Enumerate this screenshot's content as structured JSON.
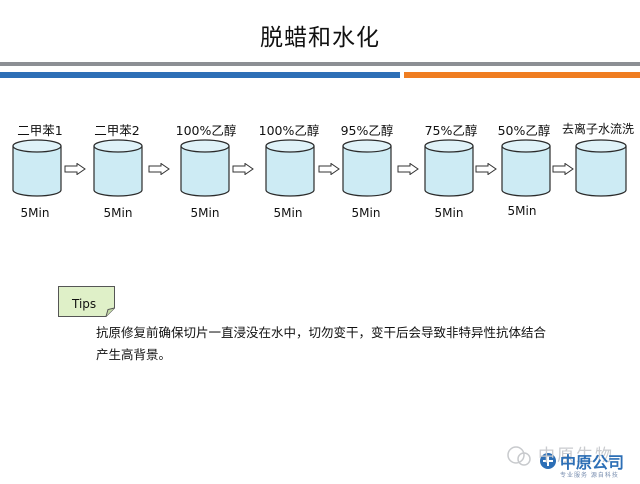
{
  "title": "脱蜡和水化",
  "stages": [
    {
      "label": "二甲苯1",
      "time": "5Min"
    },
    {
      "label": "二甲苯2",
      "time": "5Min"
    },
    {
      "label": "100%乙醇",
      "time": "5Min"
    },
    {
      "label": "100%乙醇",
      "time": "5Min"
    },
    {
      "label": "95%乙醇",
      "time": "5Min"
    },
    {
      "label": "75%乙醇",
      "time": "5Min"
    },
    {
      "label": "50%乙醇",
      "time": "5Min"
    },
    {
      "label": "去离子水流洗",
      "time": ""
    }
  ],
  "tips": {
    "label": "Tips",
    "text": "抗原修复前确保切片一直浸没在水中，切勿变干，变干后会导致非特异性抗体结合产生高背景。"
  },
  "watermark": {
    "text": "中原生物",
    "logo_text": "中原公司",
    "logo_sub": "专业服务 源自科技"
  },
  "colors": {
    "tank_fill": "#cdebf4",
    "tank_stroke": "#2b2b2b",
    "bar_gray": "#8c8f94",
    "bar_blue": "#2d6fb6",
    "bar_orange": "#ef7d21"
  }
}
